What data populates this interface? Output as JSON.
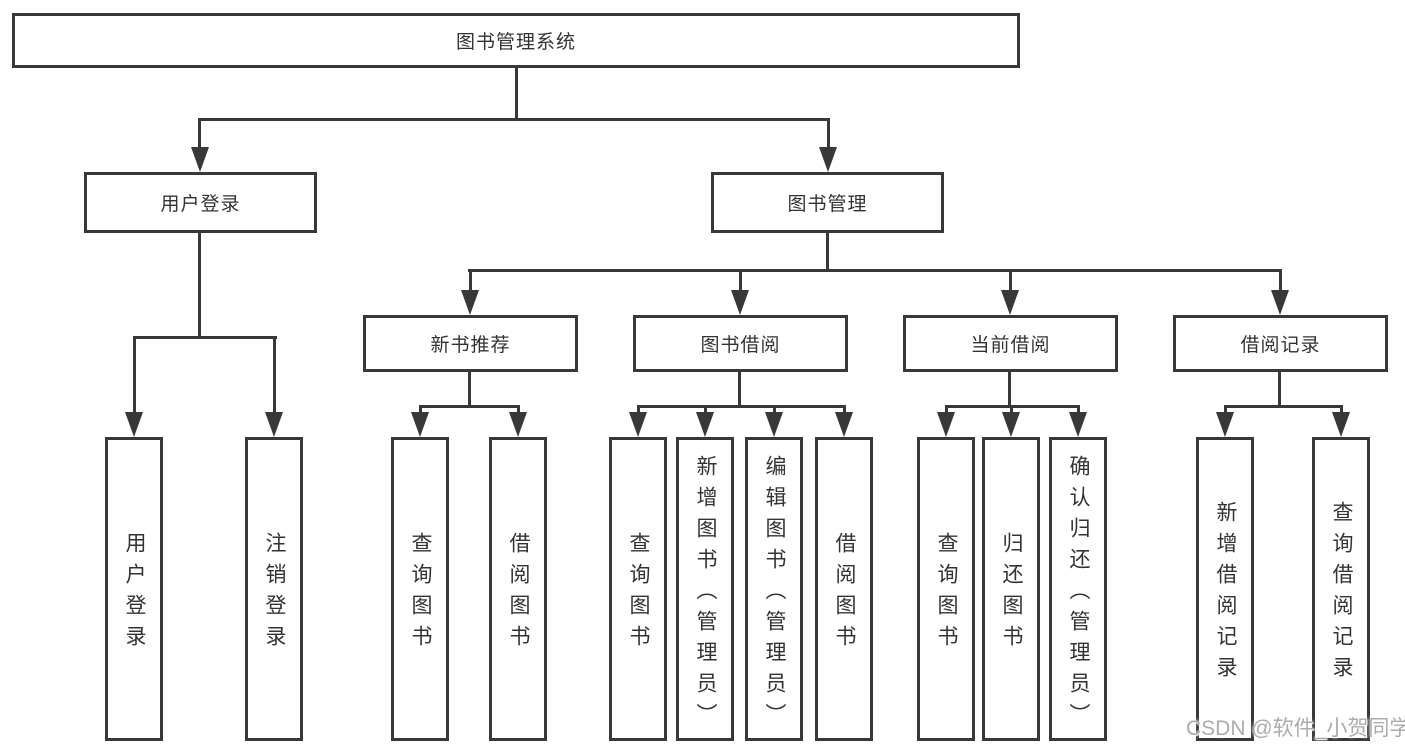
{
  "colors": {
    "line": "#383838",
    "text": "#333333",
    "watermark": "#ababab",
    "background": "#ffffff"
  },
  "watermark": "CSDN @软件_小贺同学",
  "nodes": {
    "root": {
      "label": "图书管理系统"
    },
    "level2": [
      {
        "label": "用户登录"
      },
      {
        "label": "图书管理"
      }
    ],
    "level3": [
      {
        "label": "新书推荐",
        "parent": "图书管理"
      },
      {
        "label": "图书借阅",
        "parent": "图书管理"
      },
      {
        "label": "当前借阅",
        "parent": "图书管理"
      },
      {
        "label": "借阅记录",
        "parent": "图书管理"
      }
    ],
    "leaves": [
      {
        "label": "用户登录",
        "parent": "用户登录"
      },
      {
        "label": "注销登录",
        "parent": "用户登录"
      },
      {
        "label": "查询图书",
        "parent": "新书推荐"
      },
      {
        "label": "借阅图书",
        "parent": "新书推荐"
      },
      {
        "label": "查询图书",
        "parent": "图书借阅"
      },
      {
        "label": "新增图书（管理员）",
        "parent": "图书借阅"
      },
      {
        "label": "编辑图书（管理员）",
        "parent": "图书借阅"
      },
      {
        "label": "借阅图书",
        "parent": "图书借阅"
      },
      {
        "label": "查询图书",
        "parent": "当前借阅"
      },
      {
        "label": "归还图书",
        "parent": "当前借阅"
      },
      {
        "label": "确认归还（管理员）",
        "parent": "当前借阅"
      },
      {
        "label": "新增借阅记录",
        "parent": "借阅记录"
      },
      {
        "label": "查询借阅记录",
        "parent": "借阅记录"
      }
    ]
  }
}
